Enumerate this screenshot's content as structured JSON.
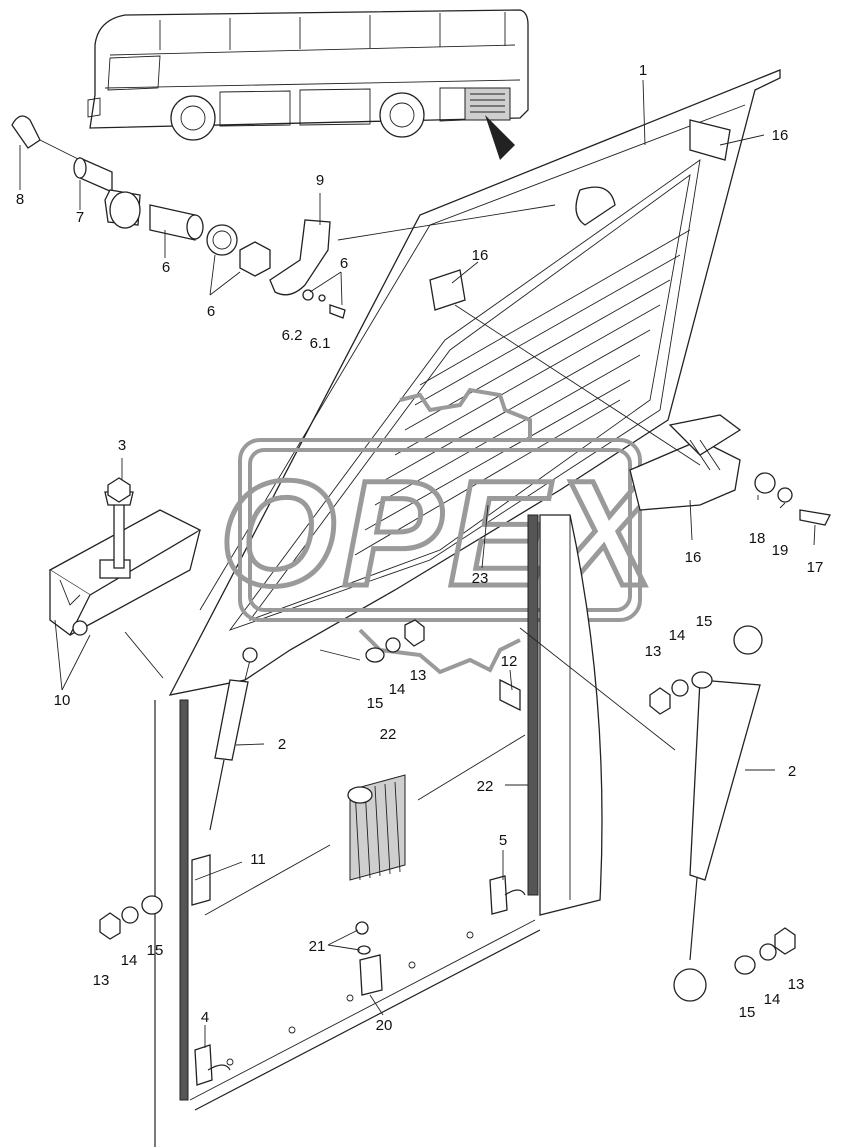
{
  "diagram": {
    "watermark": "OPEX",
    "colors": {
      "line": "#222222",
      "shade": "#cfcfcf",
      "seal": "#555555",
      "watermark": "#9a9a9a"
    },
    "callouts": {
      "c1": "1",
      "c2a": "2",
      "c2b": "2",
      "c3": "3",
      "c4": "4",
      "c5": "5",
      "c6a": "6",
      "c6b": "6",
      "c6c": "6",
      "c6_1": "6.1",
      "c6_2": "6.2",
      "c7": "7",
      "c8": "8",
      "c9": "9",
      "c10": "10",
      "c11": "11",
      "c12": "12",
      "c13a": "13",
      "c13b": "13",
      "c13c": "13",
      "c13d": "13",
      "c14a": "14",
      "c14b": "14",
      "c14c": "14",
      "c14d": "14",
      "c15a": "15",
      "c15b": "15",
      "c15c": "15",
      "c15d": "15",
      "c16a": "16",
      "c16b": "16",
      "c16c": "16",
      "c17": "17",
      "c18": "18",
      "c19": "19",
      "c20": "20",
      "c21": "21",
      "c22a": "22",
      "c22b": "22",
      "c23": "23"
    }
  }
}
